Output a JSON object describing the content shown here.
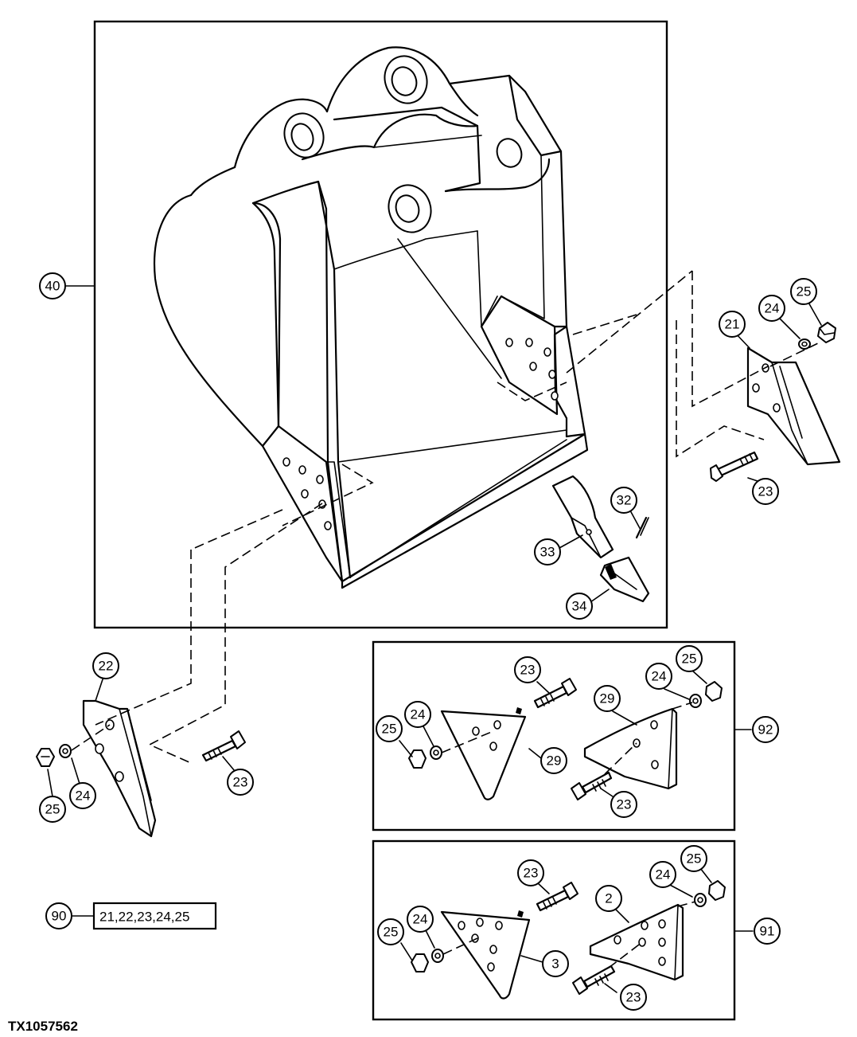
{
  "figure_id": "TX1057562",
  "callouts": {
    "c40": "40",
    "c21": "21",
    "c24a": "24",
    "c25a": "25",
    "c23a": "23",
    "c32": "32",
    "c33": "33",
    "c34": "34",
    "c22": "22",
    "c23b": "23",
    "c24b": "24",
    "c25b": "25",
    "c90": "90",
    "c92": "92",
    "k92_23a": "23",
    "k92_24a": "24",
    "k92_25a": "25",
    "k92_29a": "29",
    "k92_29b": "29",
    "k92_24b": "24",
    "k92_25b": "25",
    "k92_23b": "23",
    "c91": "91",
    "k91_23a": "23",
    "k91_24a": "24",
    "k91_25a": "25",
    "k91_3": "3",
    "k91_2": "2",
    "k91_24b": "24",
    "k91_25b": "25",
    "k91_23b": "23"
  },
  "kit_90_contents": "21,22,23,24,25"
}
